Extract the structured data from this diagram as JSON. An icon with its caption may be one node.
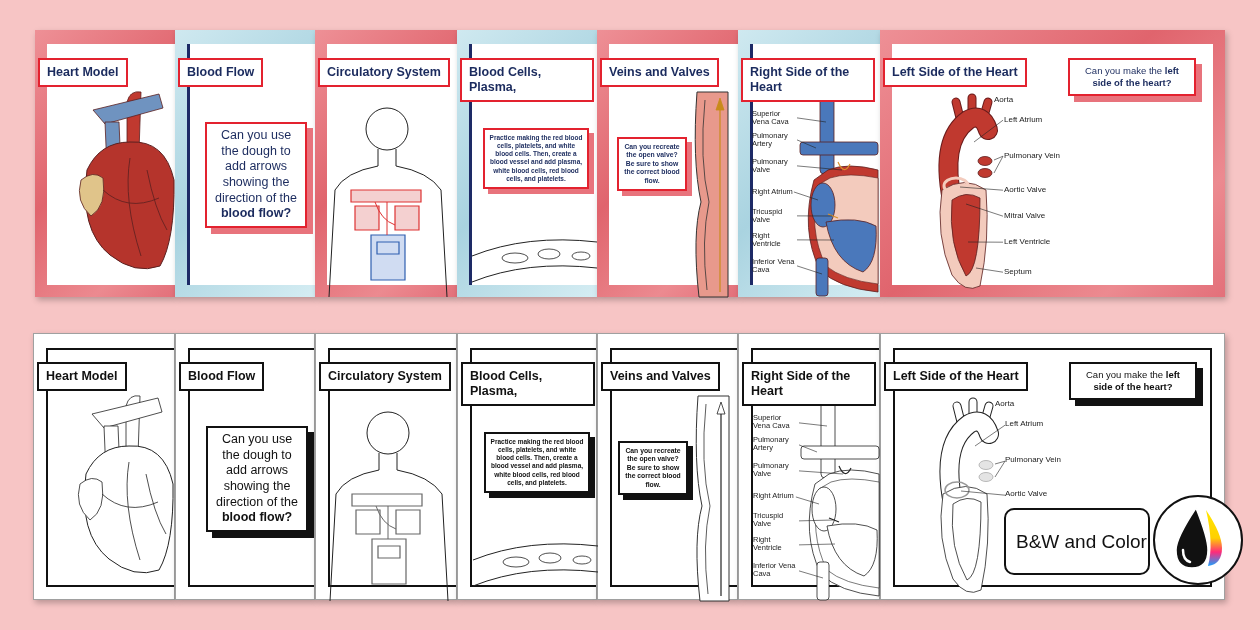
{
  "diagram": {
    "nodes": [
      {
        "text": [],
        "shape": "box"
      },
      {
        "text": [
          "Heart Model"
        ],
        "in": 0
      },
      {
        "text": [],
        "shape": "box"
      },
      {
        "text": [
          "Blood Flow"
        ],
        "in": 2
      },
      {
        "text": [
          "Can you use the dough to add arrows showing the direction of the **blood flow?**"
        ],
        "in": 2
      },
      {
        "text": [],
        "shape": "box"
      },
      {
        "text": [
          "Circulatory System"
        ],
        "in": 5
      },
      {
        "text": [],
        "shape": "box"
      },
      {
        "text": [
          "Blood Cells, Plasma,"
        ],
        "in": 7
      },
      {
        "text": [
          "Practice making the red blood cells, platelets, and white blood cells. Then, create a blood vessel and add plasma, white blood cells, red blood cells, and platelets."
        ],
        "in": 7
      },
      {
        "text": [],
        "shape": "box"
      },
      {
        "text": [
          "Veins and Valves"
        ],
        "in": 10
      },
      {
        "text": [
          "Can you recreate the open valve? Be sure to show the correct **blood flow.**"
        ],
        "in": 10
      },
      {
        "text": [],
        "shape": "box"
      },
      {
        "text": [
          "Right Side of the Heart"
        ],
        "in": 13
      },
      {
        "text": [
          "Superior Vena Cava"
        ],
        "in": 13
      },
      {
        "text": [
          "Pulmonary Artery"
        ],
        "in": 13
      },
      {
        "text": [
          "Pulmonary Valve"
        ],
        "in": 13
      },
      {
        "text": [
          "Right Atrium"
        ],
        "in": 13
      },
      {
        "text": [
          "Tricuspid Valve"
        ],
        "in": 13
      },
      {
        "text": [
          "Right Ventricle"
        ],
        "in": 13
      },
      {
        "text": [
          "Inferior Vena Cava"
        ],
        "in": 13
      },
      {
        "text": [],
        "shape": "box"
      },
      {
        "text": [
          "Left Side of the Heart"
        ],
        "in": 22
      },
      {
        "text": [
          "Can you make the **left side of the heart?**"
        ],
        "in": 22
      },
      {
        "text": [
          "Aorta"
        ],
        "in": 22
      },
      {
        "text": [
          "Left Atrium"
        ],
        "in": 22
      },
      {
        "text": [
          "Pulmonary Vein"
        ],
        "in": 22
      },
      {
        "text": [
          "Aortic Valve"
        ],
        "in": 22
      },
      {
        "text": [
          "Mitral Valve"
        ],
        "in": 22
      },
      {
        "text": [
          "Left Ventricle"
        ],
        "in": 22
      },
      {
        "text": [
          "Septum"
        ],
        "in": 22
      },
      {
        "text": [],
        "shape": "box"
      },
      {
        "text": [
          "Heart Model"
        ],
        "in": 32
      },
      {
        "text": [],
        "shape": "box"
      },
      {
        "text": [
          "Blood Flow"
        ],
        "in": 34
      },
      {
        "text": [
          "Can you use the dough to add arrows showing the direction of the **blood flow?**"
        ],
        "in": 34
      },
      {
        "text": [],
        "shape": "box"
      },
      {
        "text": [
          "Circulatory System"
        ],
        "in": 37
      },
      {
        "text": [],
        "shape": "box"
      },
      {
        "text": [
          "Blood Cells, Plasma,"
        ],
        "in": 39
      },
      {
        "text": [
          "Practice making the red blood cells, platelets, and white blood cells. Then, create a blood vessel and add plasma, white blood cells, red blood cells, and platelets."
        ],
        "in": 39
      },
      {
        "text": [],
        "shape": "box"
      },
      {
        "text": [
          "Veins and Valves"
        ],
        "in": 42
      },
      {
        "text": [
          "Can you recreate the open valve? Be sure to show the correct **blood flow.**"
        ],
        "in": 42
      },
      {
        "text": [],
        "shape": "box"
      },
      {
        "text": [
          "Right Side of the Heart"
        ],
        "in": 45
      },
      {
        "text": [
          "Superior Vena Cava"
        ],
        "in": 45
      },
      {
        "text": [
          "Pulmonary Artery"
        ],
        "in": 45
      },
      {
        "text": [
          "Pulmonary Valve"
        ],
        "in": 45
      },
      {
        "text": [
          "Right Atrium"
        ],
        "in": 45
      },
      {
        "text": [
          "Tricuspid Valve"
        ],
        "in": 45
      },
      {
        "text": [
          "Right Ventricle"
        ],
        "in": 45
      },
      {
        "text": [
          "Inferior Vena Cava"
        ],
        "in": 45
      },
      {
        "text": [],
        "shape": "box"
      },
      {
        "text": [
          "Left Side of the Heart"
        ],
        "in": 54
      },
      {
        "text": [
          "Can you make the **left side of the heart?**"
        ],
        "in": 54
      },
      {
        "text": [
          "Aorta"
        ],
        "in": 54
      },
      {
        "text": [
          "Left Atrium"
        ],
        "in": 54
      },
      {
        "text": [
          "Pulmonary Vein"
        ],
        "in": 54
      },
      {
        "text": [
          "Aortic Valve"
        ],
        "in": 54
      },
      {
        "text": [
          "B&W and Color"
        ],
        "in": 54
      }
    ],
    "edges": [
      {
        "from": 15,
        "to": null,
        "arrow": "none"
      },
      {
        "from": 16,
        "to": null,
        "arrow": "none"
      },
      {
        "from": 17,
        "to": null,
        "arrow": "none"
      },
      {
        "from": 18,
        "to": null,
        "arrow": "none"
      },
      {
        "from": 19,
        "to": null,
        "arrow": "none"
      },
      {
        "from": 20,
        "to": null,
        "arrow": "none"
      },
      {
        "from": 21,
        "to": null,
        "arrow": "none"
      },
      {
        "from": 26,
        "to": null,
        "arrow": "none"
      },
      {
        "from": 27,
        "to": null,
        "arrow": "none"
      },
      {
        "from": 27,
        "to": null,
        "arrow": "none"
      },
      {
        "from": 28,
        "to": null,
        "arrow": "none"
      },
      {
        "from": 29,
        "to": null,
        "arrow": "none"
      },
      {
        "from": 30,
        "to": null,
        "arrow": "none"
      },
      {
        "from": 31,
        "to": null,
        "arrow": "none"
      },
      {
        "from": 47,
        "to": null,
        "arrow": "none"
      },
      {
        "from": 48,
        "to": null,
        "arrow": "none"
      },
      {
        "from": 49,
        "to": null,
        "arrow": "none"
      },
      {
        "from": 50,
        "to": null,
        "arrow": "none"
      },
      {
        "from": 51,
        "to": null,
        "arrow": "none"
      },
      {
        "from": 52,
        "to": null,
        "arrow": "none"
      },
      {
        "from": 53,
        "to": null,
        "arrow": "none"
      },
      {
        "from": 58,
        "to": null,
        "arrow": "none"
      },
      {
        "from": 59,
        "to": null,
        "arrow": "none"
      },
      {
        "from": 59,
        "to": null,
        "arrow": "none"
      },
      {
        "from": 60,
        "to": null,
        "arrow": "none"
      }
    ]
  }
}
